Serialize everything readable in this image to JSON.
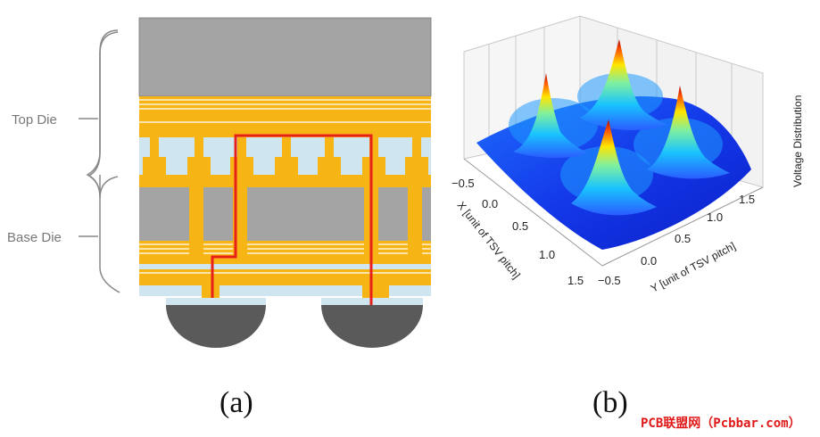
{
  "panel_a": {
    "top_die_label": "Top Die",
    "base_die_label": "Base Die",
    "caption": "(a)"
  },
  "panel_b": {
    "caption": "(b)",
    "z_label": "Voltage Distribution",
    "x_label": "X [unit of TSV pitch]",
    "y_label": "Y [unit of TSV pitch]",
    "x_ticks": [
      "−0.5",
      "0.0",
      "0.5",
      "1.0",
      "1.5"
    ],
    "y_ticks": [
      "−0.5",
      "0.0",
      "0.5",
      "1.0",
      "1.5"
    ],
    "colormap": [
      "#1a2cff",
      "#19c3ff",
      "#7ff0a0",
      "#ffe600",
      "#ff5a00",
      "#b00000"
    ]
  },
  "watermark": "PCB联盟网（Pcbbar.com）",
  "colors": {
    "die_gray": "#a4a4a4",
    "copper": "#f6b514",
    "underfill": "#cfe6f0",
    "signal_path": "#e8201a",
    "bump": "#5a5a5a"
  }
}
